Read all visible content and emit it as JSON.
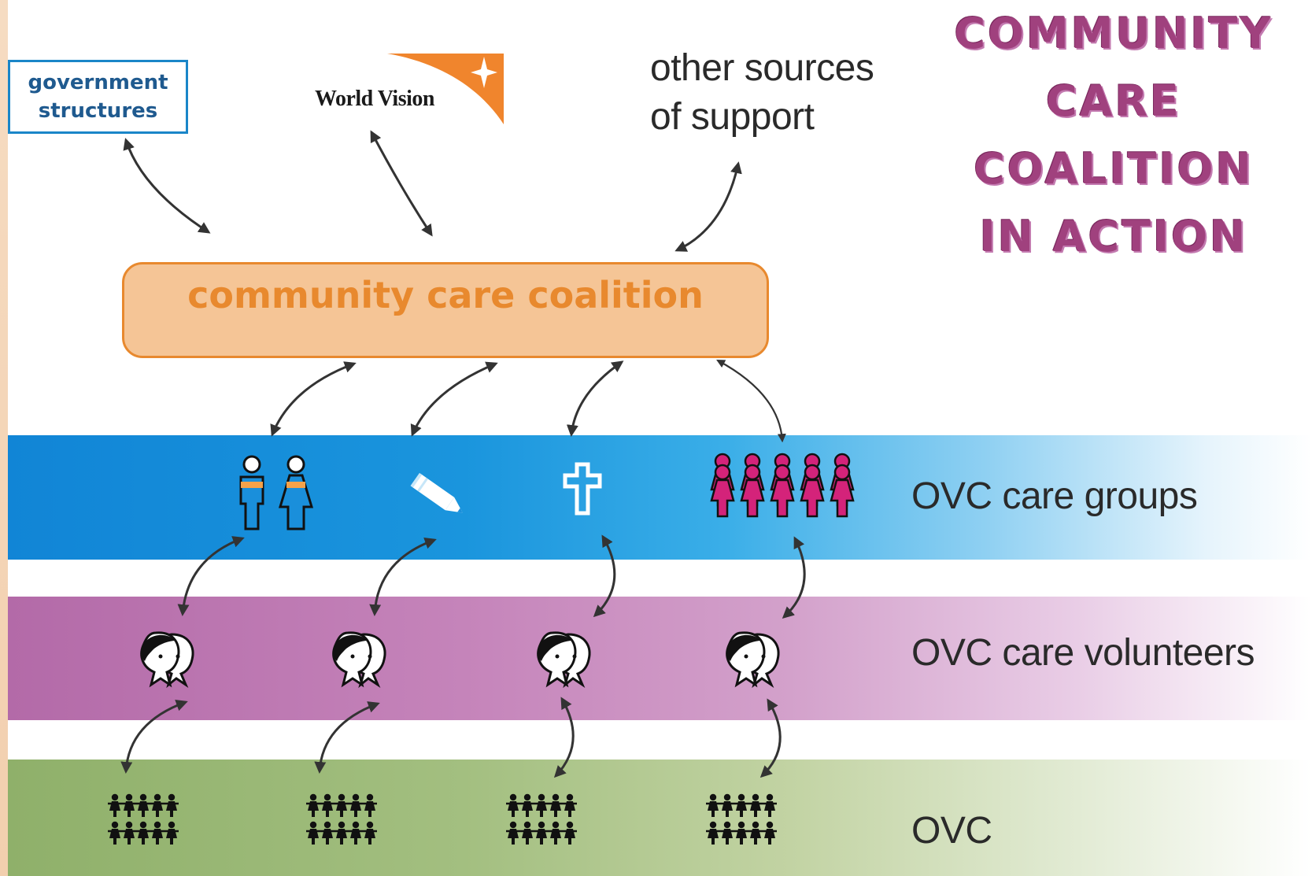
{
  "title_lines": [
    "COMMUNITY",
    "CARE",
    "COALITION",
    "IN ACTION"
  ],
  "gov": {
    "line1": "government",
    "line2": "structures"
  },
  "world_vision": "World Vision",
  "other_support": {
    "line1": "other sources",
    "line2": "of support"
  },
  "coalition_label": "community care coalition",
  "bands": {
    "care_groups": "OVC care groups",
    "volunteers": "OVC care volunteers",
    "ovc": "OVC"
  },
  "colors": {
    "orange": "#e8892e",
    "blue": "#1185d6",
    "purple": "#b36aa8",
    "green": "#8fb06a",
    "magenta": "#d4237a",
    "title": "#a0417e"
  },
  "icons": {
    "care_group_1": "man-woman-icon",
    "care_group_2": "pencil-icon",
    "care_group_3": "cross-icon",
    "care_group_4": "women-group-icon",
    "volunteer": "two-faces-icon",
    "ovc": "children-group-icon"
  }
}
